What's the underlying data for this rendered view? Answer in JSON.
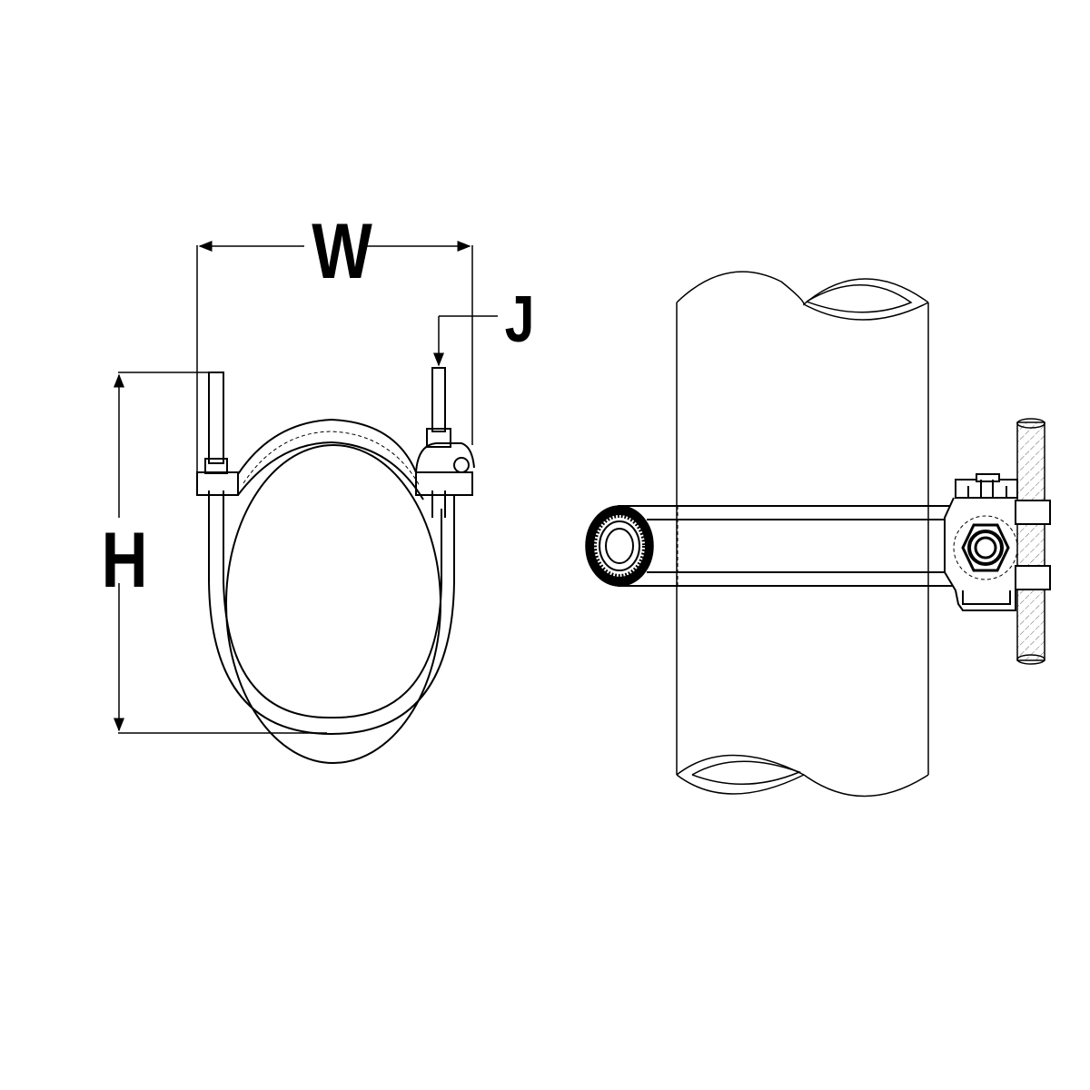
{
  "diagram": {
    "subject": "pipe clamp with threaded rods",
    "views": [
      {
        "name": "front-view",
        "description": "clamp ring around pipe with two threaded rods"
      },
      {
        "name": "side-view",
        "description": "pipe mounted to wall with clamp and bracket"
      }
    ],
    "dimensions": {
      "width_label": "W",
      "height_label": "H",
      "rod_label": "J"
    },
    "colors": {
      "line": "#000000",
      "background": "#ffffff",
      "hatch": "#555555"
    }
  }
}
